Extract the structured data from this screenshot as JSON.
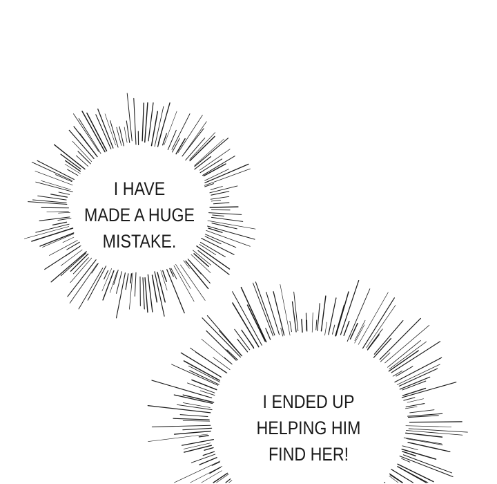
{
  "panel": {
    "bubbles": [
      {
        "lines": [
          "I HAVE",
          "MADE A HUGE",
          "MISTAKE."
        ]
      },
      {
        "lines": [
          "I ENDED UP",
          "HELPING HIM",
          "FIND HER!"
        ]
      }
    ],
    "colors": {
      "background": "#ffffff",
      "ink": "#1a1a1a"
    }
  }
}
